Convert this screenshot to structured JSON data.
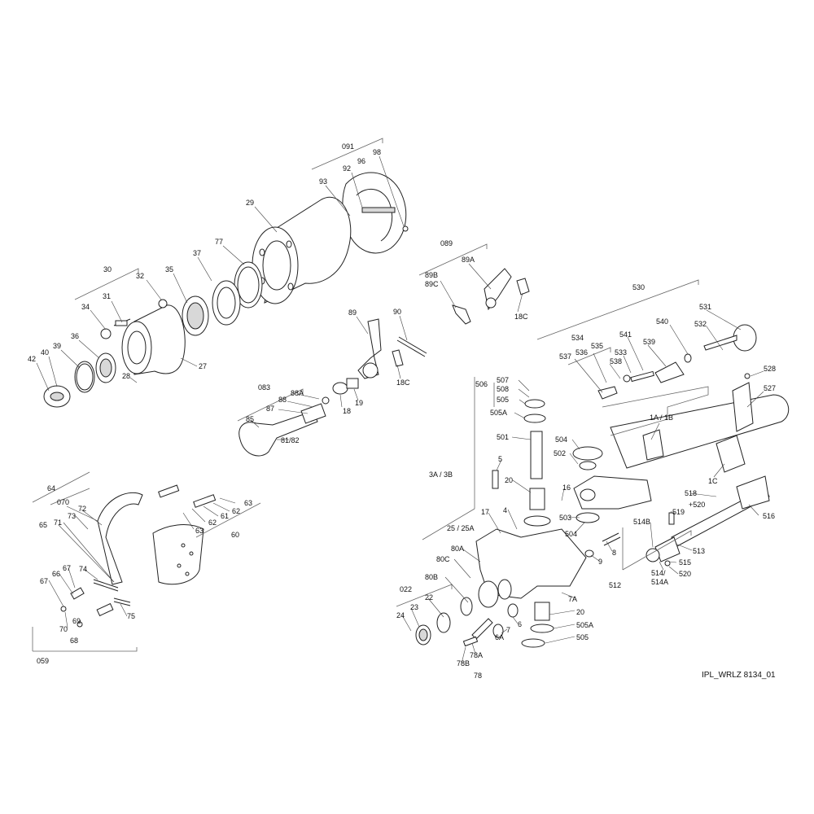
{
  "document_id": "IPL_WRLZ 8134_01",
  "callouts": [
    {
      "id": "c-091",
      "text": "091"
    },
    {
      "id": "c-98",
      "text": "98"
    },
    {
      "id": "c-92",
      "text": "92"
    },
    {
      "id": "c-96",
      "text": "96"
    },
    {
      "id": "c-93",
      "text": "93"
    },
    {
      "id": "c-29",
      "text": "29"
    },
    {
      "id": "c-77",
      "text": "77"
    },
    {
      "id": "c-37",
      "text": "37"
    },
    {
      "id": "c-30",
      "text": "30"
    },
    {
      "id": "c-35",
      "text": "35"
    },
    {
      "id": "c-32",
      "text": "32"
    },
    {
      "id": "c-31",
      "text": "31"
    },
    {
      "id": "c-34",
      "text": "34"
    },
    {
      "id": "c-36",
      "text": "36"
    },
    {
      "id": "c-39",
      "text": "39"
    },
    {
      "id": "c-40",
      "text": "40"
    },
    {
      "id": "c-42",
      "text": "42"
    },
    {
      "id": "c-27",
      "text": "27"
    },
    {
      "id": "c-28",
      "text": "28"
    },
    {
      "id": "c-089",
      "text": "089"
    },
    {
      "id": "c-89A",
      "text": "89A"
    },
    {
      "id": "c-89B",
      "text": "89B"
    },
    {
      "id": "c-89C",
      "text": "89C"
    },
    {
      "id": "c-18C-top",
      "text": "18C"
    },
    {
      "id": "c-89",
      "text": "89"
    },
    {
      "id": "c-90",
      "text": "90"
    },
    {
      "id": "c-18C-mid",
      "text": "18C"
    },
    {
      "id": "c-083",
      "text": "083"
    },
    {
      "id": "c-88A",
      "text": "88A"
    },
    {
      "id": "c-88",
      "text": "88"
    },
    {
      "id": "c-87",
      "text": "87"
    },
    {
      "id": "c-85",
      "text": "85"
    },
    {
      "id": "c-81-82",
      "text": "81/82"
    },
    {
      "id": "c-18",
      "text": "18"
    },
    {
      "id": "c-19",
      "text": "19"
    },
    {
      "id": "c-530",
      "text": "530"
    },
    {
      "id": "c-531",
      "text": "531"
    },
    {
      "id": "c-532",
      "text": "532"
    },
    {
      "id": "c-540",
      "text": "540"
    },
    {
      "id": "c-541",
      "text": "541"
    },
    {
      "id": "c-539",
      "text": "539"
    },
    {
      "id": "c-533",
      "text": "533"
    },
    {
      "id": "c-538",
      "text": "538"
    },
    {
      "id": "c-534",
      "text": "534"
    },
    {
      "id": "c-535",
      "text": "535"
    },
    {
      "id": "c-536",
      "text": "536"
    },
    {
      "id": "c-537",
      "text": "537"
    },
    {
      "id": "c-528",
      "text": "528"
    },
    {
      "id": "c-527",
      "text": "527"
    },
    {
      "id": "c-1A-1B",
      "text": "1A / 1B"
    },
    {
      "id": "c-1C",
      "text": "1C"
    },
    {
      "id": "c-506",
      "text": "506"
    },
    {
      "id": "c-507",
      "text": "507"
    },
    {
      "id": "c-508",
      "text": "508"
    },
    {
      "id": "c-505-top",
      "text": "505"
    },
    {
      "id": "c-505A-top",
      "text": "505A"
    },
    {
      "id": "c-501",
      "text": "501"
    },
    {
      "id": "c-504-top",
      "text": "504"
    },
    {
      "id": "c-502",
      "text": "502"
    },
    {
      "id": "c-5",
      "text": "5"
    },
    {
      "id": "c-3A-3B",
      "text": "3A / 3B"
    },
    {
      "id": "c-20-top",
      "text": "20"
    },
    {
      "id": "c-16",
      "text": "16"
    },
    {
      "id": "c-4",
      "text": "4"
    },
    {
      "id": "c-17",
      "text": "17"
    },
    {
      "id": "c-503",
      "text": "503"
    },
    {
      "id": "c-504-mid",
      "text": "504"
    },
    {
      "id": "c-8",
      "text": "8"
    },
    {
      "id": "c-9",
      "text": "9"
    },
    {
      "id": "c-25-25A",
      "text": "25 / 25A"
    },
    {
      "id": "c-80A",
      "text": "80A"
    },
    {
      "id": "c-80C",
      "text": "80C"
    },
    {
      "id": "c-80B",
      "text": "80B"
    },
    {
      "id": "c-7A",
      "text": "7A"
    },
    {
      "id": "c-20-bot",
      "text": "20"
    },
    {
      "id": "c-505A-bot",
      "text": "505A"
    },
    {
      "id": "c-505-bot",
      "text": "505"
    },
    {
      "id": "c-022",
      "text": "022"
    },
    {
      "id": "c-22",
      "text": "22"
    },
    {
      "id": "c-23",
      "text": "23"
    },
    {
      "id": "c-24",
      "text": "24"
    },
    {
      "id": "c-6",
      "text": "6"
    },
    {
      "id": "c-7",
      "text": "7"
    },
    {
      "id": "c-6A",
      "text": "6A"
    },
    {
      "id": "c-78A",
      "text": "78A"
    },
    {
      "id": "c-78B",
      "text": "78B"
    },
    {
      "id": "c-78",
      "text": "78"
    },
    {
      "id": "c-518",
      "text": "518"
    },
    {
      "id": "c-plus520",
      "text": "+520"
    },
    {
      "id": "c-519",
      "text": "519"
    },
    {
      "id": "c-516",
      "text": "516"
    },
    {
      "id": "c-514B",
      "text": "514B"
    },
    {
      "id": "c-513",
      "text": "513"
    },
    {
      "id": "c-515",
      "text": "515"
    },
    {
      "id": "c-514-514A",
      "text": "514/\n514A"
    },
    {
      "id": "c-520",
      "text": "520"
    },
    {
      "id": "c-512",
      "text": "512"
    },
    {
      "id": "c-64",
      "text": "64"
    },
    {
      "id": "c-070",
      "text": "070"
    },
    {
      "id": "c-72",
      "text": "72"
    },
    {
      "id": "c-73",
      "text": "73"
    },
    {
      "id": "c-71",
      "text": "71"
    },
    {
      "id": "c-65",
      "text": "65"
    },
    {
      "id": "c-63-right",
      "text": "63"
    },
    {
      "id": "c-62-right",
      "text": "62"
    },
    {
      "id": "c-61",
      "text": "61"
    },
    {
      "id": "c-62-left",
      "text": "62"
    },
    {
      "id": "c-63-left",
      "text": "63"
    },
    {
      "id": "c-60",
      "text": "60"
    },
    {
      "id": "c-67-top",
      "text": "67"
    },
    {
      "id": "c-74",
      "text": "74"
    },
    {
      "id": "c-66",
      "text": "66"
    },
    {
      "id": "c-67-left",
      "text": "67"
    },
    {
      "id": "c-75",
      "text": "75"
    },
    {
      "id": "c-69",
      "text": "69"
    },
    {
      "id": "c-70",
      "text": "70"
    },
    {
      "id": "c-68",
      "text": "68"
    },
    {
      "id": "c-059",
      "text": "059"
    }
  ]
}
